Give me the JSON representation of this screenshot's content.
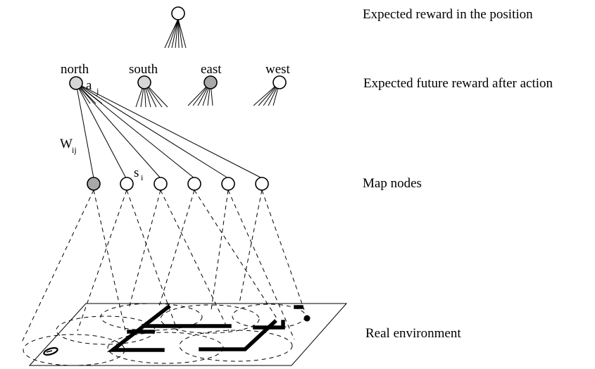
{
  "right_labels": {
    "position_reward": "Expected reward in the position",
    "action_reward": "Expected future reward after action",
    "map_nodes": "Map nodes",
    "environment": "Real environment"
  },
  "actions": [
    {
      "label": "north",
      "shade": "light-gray"
    },
    {
      "label": "south",
      "shade": "light-gray"
    },
    {
      "label": "east",
      "shade": "dark-gray"
    },
    {
      "label": "west",
      "shade": "white"
    }
  ],
  "symbols": {
    "action_node": "a",
    "action_node_sub": "j",
    "weight": "W",
    "weight_sub": "ij",
    "map_node": "s",
    "map_node_sub": "i"
  },
  "colors": {
    "white_node": "#ffffff",
    "light_gray_node": "#d6d6d6",
    "dark_gray_node": "#a8a8a8",
    "ink": "#000000"
  }
}
